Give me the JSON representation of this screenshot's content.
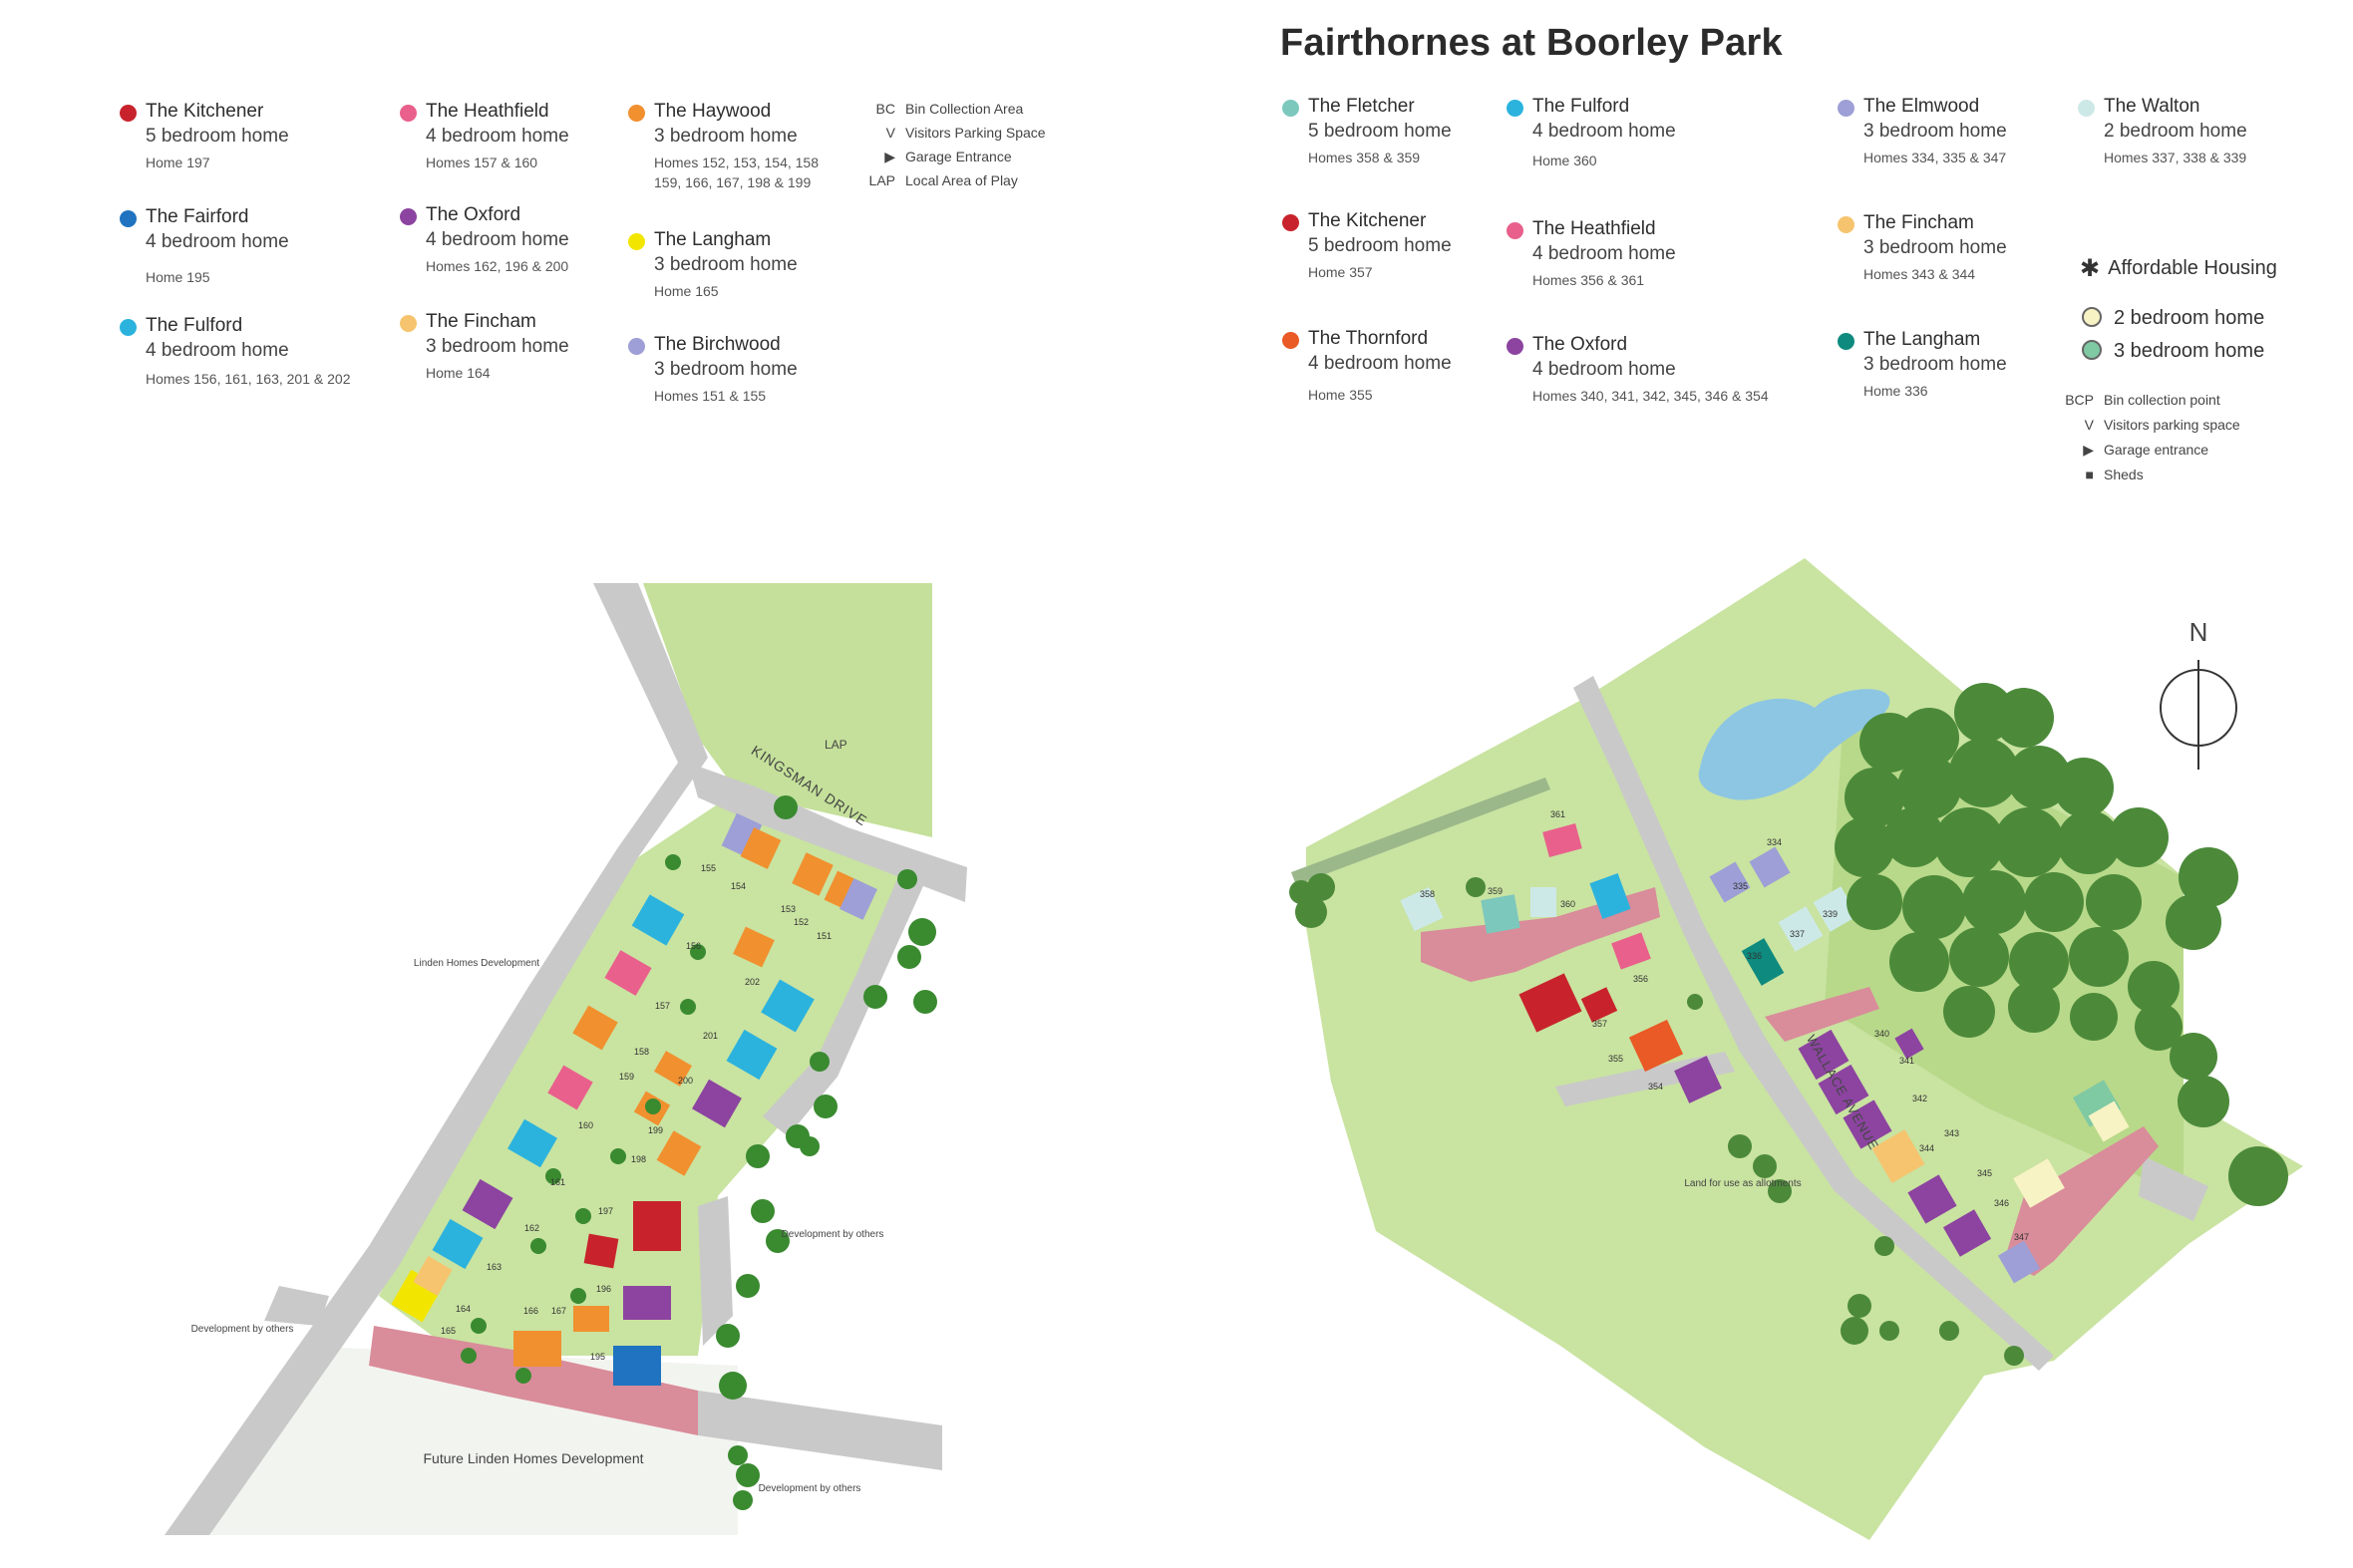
{
  "title": "Fairthornes at Boorley Park",
  "left_legend": [
    {
      "name": "The Kitchener",
      "beds": "5 bedroom home",
      "homes": "Home 197",
      "color": "#c8232c"
    },
    {
      "name": "The Fairford",
      "beds": "4 bedroom home",
      "homes": "Home 195",
      "color": "#1f73c0"
    },
    {
      "name": "The Fulford",
      "beds": "4 bedroom home",
      "homes": "Homes 156, 161, 163, 201 & 202",
      "color": "#2bb3de"
    },
    {
      "name": "The Heathfield",
      "beds": "4 bedroom home",
      "homes": "Homes 157 & 160",
      "color": "#e9608c"
    },
    {
      "name": "The Oxford",
      "beds": "4 bedroom home",
      "homes": "Homes 162, 196 & 200",
      "color": "#8c44a0"
    },
    {
      "name": "The Fincham",
      "beds": "3 bedroom home",
      "homes": "Home 164",
      "color": "#f6c46e"
    },
    {
      "name": "The Haywood",
      "beds": "3 bedroom home",
      "homes": "Homes 152, 153, 154, 158",
      "homes2": "159, 166, 167, 198 & 199",
      "color": "#f1902f"
    },
    {
      "name": "The Langham",
      "beds": "3 bedroom home",
      "homes": "Home 165",
      "color": "#f2e600"
    },
    {
      "name": "The Birchwood",
      "beds": "3 bedroom home",
      "homes": "Homes 151 & 155",
      "color": "#9d9fd6"
    }
  ],
  "left_key": [
    {
      "abbr": "BC",
      "label": "Bin Collection Area"
    },
    {
      "abbr": "V",
      "label": "Visitors Parking Space"
    },
    {
      "abbr": "▶",
      "label": "Garage Entrance"
    },
    {
      "abbr": "LAP",
      "label": "Local Area of Play"
    }
  ],
  "right_legend": [
    {
      "name": "The Fletcher",
      "beds": "5 bedroom home",
      "homes": "Homes 358 & 359",
      "color": "#7cc8bd"
    },
    {
      "name": "The Kitchener",
      "beds": "5 bedroom home",
      "homes": "Home 357",
      "color": "#c8232c"
    },
    {
      "name": "The Thornford",
      "beds": "4 bedroom home",
      "homes": "Home 355",
      "color": "#e95a26"
    },
    {
      "name": "The Fulford",
      "beds": "4 bedroom home",
      "homes": "Home 360",
      "color": "#2bb3de"
    },
    {
      "name": "The Heathfield",
      "beds": "4 bedroom home",
      "homes": "Homes 356 & 361",
      "color": "#e9608c"
    },
    {
      "name": "The Oxford",
      "beds": "4 bedroom home",
      "homes": "Homes 340, 341, 342, 345, 346 & 354",
      "color": "#8c44a0"
    },
    {
      "name": "The Elmwood",
      "beds": "3 bedroom home",
      "homes": "Homes 334, 335 & 347",
      "color": "#9d9fd6"
    },
    {
      "name": "The Fincham",
      "beds": "3 bedroom home",
      "homes": "Homes 343 & 344",
      "color": "#f6c46e"
    },
    {
      "name": "The Langham",
      "beds": "3 bedroom home",
      "homes": "Home 336",
      "color": "#0e8a7e"
    },
    {
      "name": "The Walton",
      "beds": "2 bedroom home",
      "homes": "Homes 337, 338 & 339",
      "color": "#cde9e7"
    }
  ],
  "affordable": {
    "title": "Affordable Housing",
    "items": [
      {
        "label": "2 bedroom home",
        "color": "#f7f3c4"
      },
      {
        "label": "3 bedroom home",
        "color": "#7fc9a3"
      }
    ]
  },
  "right_key": [
    {
      "abbr": "BCP",
      "label": "Bin collection point"
    },
    {
      "abbr": "V",
      "label": "Visitors parking space"
    },
    {
      "abbr": "▶",
      "label": "Garage entrance"
    },
    {
      "abbr": "■",
      "label": "Sheds"
    }
  ],
  "left_map": {
    "road_name": "KINGSMAN DRIVE",
    "lap": "LAP",
    "linden": "Linden Homes Development",
    "dev_right": "Development by others",
    "dev_left": "Development by others",
    "dev_bottom": "Development by others",
    "future": "Future Linden Homes Development"
  },
  "right_map": {
    "road_name": "WALLACE AVENUE",
    "allotments": "Land for use as allotments",
    "compass": "N"
  }
}
